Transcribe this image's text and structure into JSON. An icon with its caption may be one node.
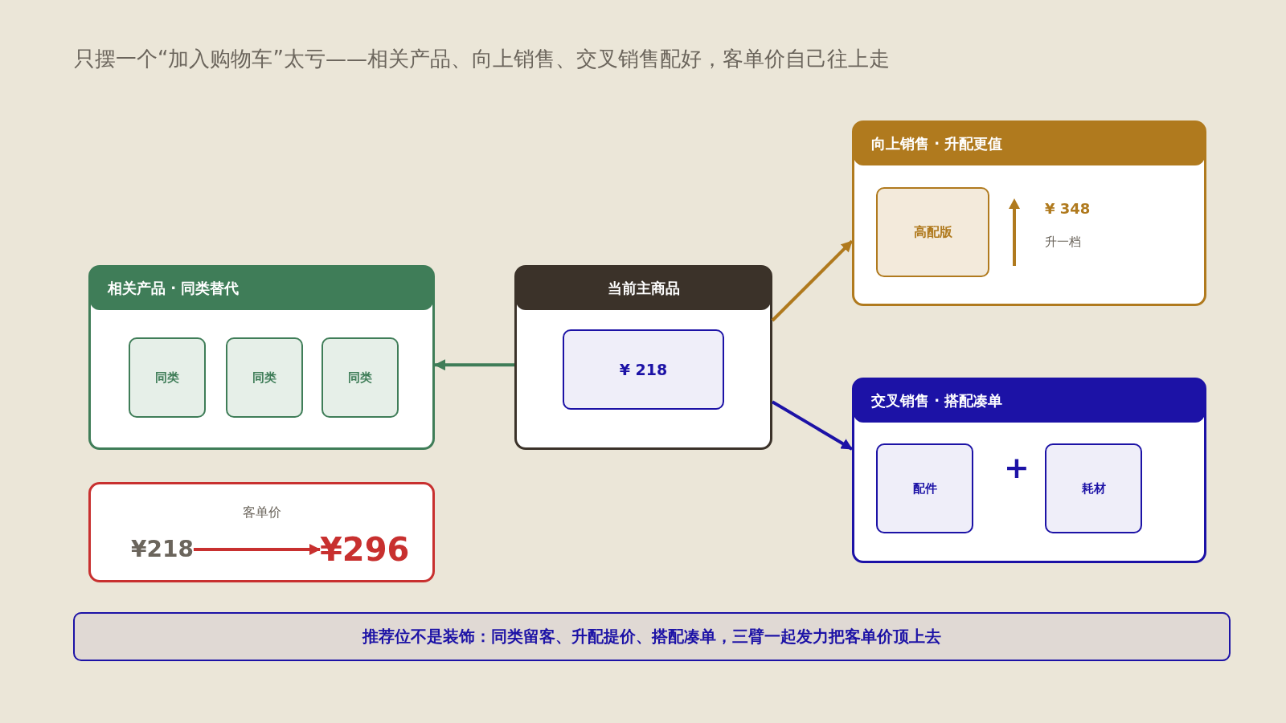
{
  "diagram": {
    "title": "只摆一个“加入购物车”太亏——相关产品、向上销售、交叉销售配好，客单价自己往上走",
    "nodes": [
      {
        "text": [
          "相关产品 · 同类替代"
        ]
      },
      {
        "text": [
          "同类"
        ],
        "in": 0
      },
      {
        "text": [
          "同类"
        ],
        "in": 0
      },
      {
        "text": [
          "同类"
        ],
        "in": 0
      },
      {
        "text": [
          "当前主商品"
        ]
      },
      {
        "text": [
          "¥ 218"
        ],
        "in": 4
      },
      {
        "text": [
          "向上销售 · 升配更值",
          "¥ 348",
          "升一档"
        ]
      },
      {
        "text": [
          "高配版"
        ],
        "in": 6
      },
      {
        "text": [
          "交叉销售 · 搭配凑单",
          "+"
        ]
      },
      {
        "text": [
          "配件"
        ],
        "in": 8
      },
      {
        "text": [
          "耗材"
        ],
        "in": 8
      },
      {
        "text": [
          "客单价"
        ]
      },
      {
        "text": [
          "¥218"
        ],
        "in": 11
      },
      {
        "text": [
          "¥296"
        ],
        "in": 11
      },
      {
        "text": [
          "推荐位不是装饰：同类留客、升配提价、搭配凑单，三臂一起发力把客单价顶上去"
        ]
      }
    ],
    "edges": [
      {
        "from": 4,
        "to": 0,
        "arrow": "to",
        "color": "#3f7d58"
      },
      {
        "from": 4,
        "to": 6,
        "arrow": "to",
        "color": "#b07a1e"
      },
      {
        "from": 4,
        "to": 8,
        "arrow": "to",
        "color": "#1c12a6"
      },
      {
        "from": 12,
        "to": 13,
        "arrow": "to",
        "color": "#c8302f"
      }
    ]
  }
}
